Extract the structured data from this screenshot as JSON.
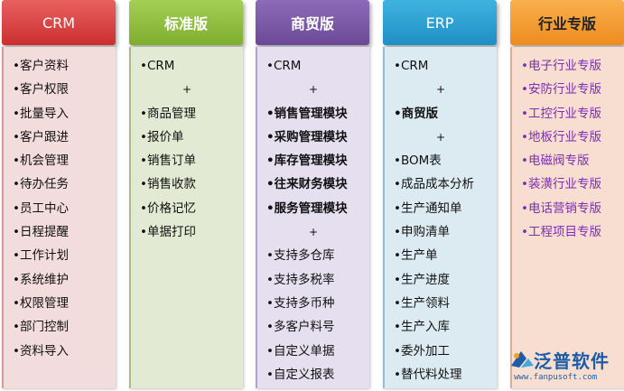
{
  "columns": [
    {
      "title": "CRM",
      "items": [
        "•客户资料",
        "•客户权限",
        "•批量导入",
        "•客户跟进",
        "•机会管理",
        "•待办任务",
        "•员工中心",
        "•日程提醒",
        "•工作计划",
        "•系统维护",
        "•权限管理",
        "•部门控制",
        "•资料导入"
      ]
    },
    {
      "title": "标准版",
      "items": [
        "•CRM",
        "+",
        "•商品管理",
        "•报价单",
        "•销售订单",
        "•销售收款",
        "•价格记忆",
        "•单据打印"
      ]
    },
    {
      "title": "商贸版",
      "items": [
        "•CRM",
        "+",
        "•销售管理模块",
        "•采购管理模块",
        "•库存管理模块",
        "•往来财务模块",
        "•服务管理模块",
        "+",
        "•支持多仓库",
        "•支持多税率",
        "•支持多币种",
        "•多客户料号",
        "•自定义单据",
        "•自定义报表"
      ]
    },
    {
      "title": "ERP",
      "items": [
        "•CRM",
        "+",
        "•商贸版",
        "+",
        "•BOM表",
        "•成品成本分析",
        "•生产通知单",
        "•申购清单",
        "•生产单",
        "•生产进度",
        "•生产领料",
        "•生产入库",
        "•委外加工",
        "•替代料处理"
      ]
    },
    {
      "title": "行业专版",
      "items": [
        "•电子行业专版",
        "•安防行业专版",
        "•工控行业专版",
        "•地板行业专版",
        "•电磁阀专版",
        "•装潢行业专版",
        "•电话营销专版",
        "•工程项目专版"
      ]
    }
  ],
  "logo": {
    "name": "泛普软件",
    "url": "www.fanpusoft.com"
  }
}
